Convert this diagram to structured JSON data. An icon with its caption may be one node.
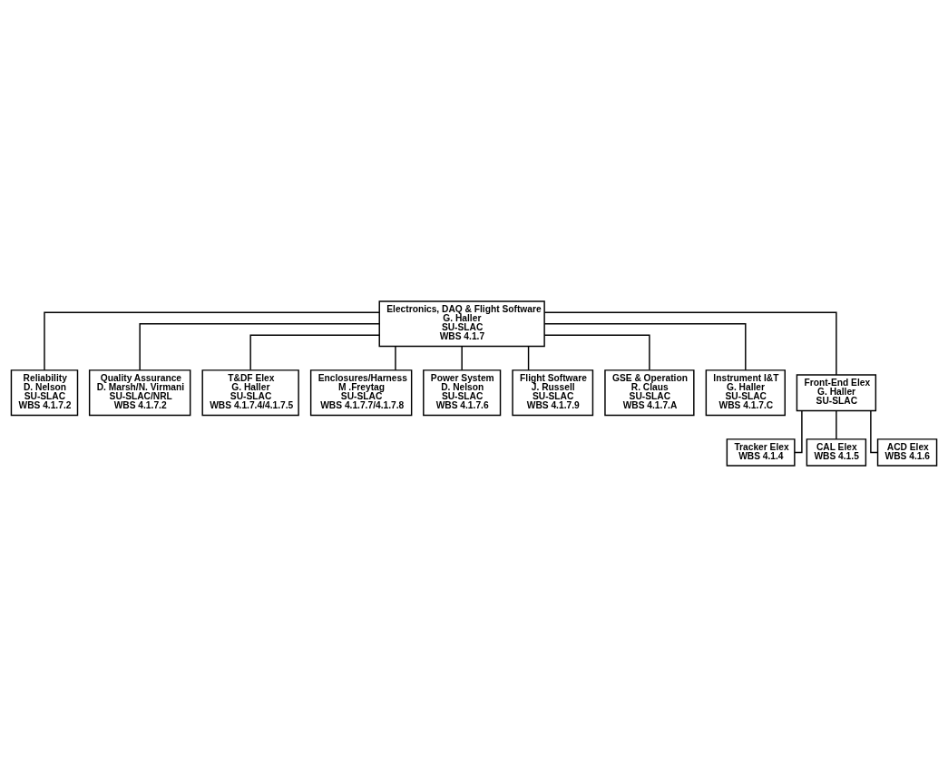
{
  "diagram": {
    "nodes": [
      {
        "text": [
          "Electronics, DAQ & Flight Software",
          "G. Haller",
          "SU-SLAC",
          "WBS 4.1.7"
        ]
      },
      {
        "text": [
          "Reliability",
          "D. Nelson",
          "SU-SLAC",
          "WBS 4.1.7.2"
        ]
      },
      {
        "text": [
          "Quality Assurance",
          "D. Marsh/N. Virmani",
          "SU-SLAC/NRL",
          "WBS 4.1.7.2"
        ]
      },
      {
        "text": [
          "T&DF Elex",
          "G. Haller",
          "SU-SLAC",
          "WBS 4.1.7.4/4.1.7.5"
        ]
      },
      {
        "text": [
          "Enclosures/Harness",
          "M .Freytag",
          "SU-SLAC",
          "WBS 4.1.7.7/4.1.7.8"
        ]
      },
      {
        "text": [
          "Power System",
          "D. Nelson",
          "SU-SLAC",
          "WBS 4.1.7.6"
        ]
      },
      {
        "text": [
          "Flight Software",
          "J. Russell",
          "SU-SLAC",
          "WBS 4.1.7.9"
        ]
      },
      {
        "text": [
          "GSE & Operation",
          "R. Claus",
          "SU-SLAC",
          "WBS 4.1.7.A"
        ]
      },
      {
        "text": [
          "Instrument I&T",
          "G. Haller",
          "SU-SLAC",
          "WBS 4.1.7.C"
        ]
      },
      {
        "text": [
          "Front-End Elex",
          "G. Haller",
          "SU-SLAC"
        ]
      },
      {
        "text": [
          "Tracker Elex",
          "WBS 4.1.4"
        ]
      },
      {
        "text": [
          "CAL Elex",
          "WBS 4.1.5"
        ]
      },
      {
        "text": [
          "ACD Elex",
          "WBS 4.1.6"
        ]
      }
    ],
    "edges": [
      {
        "from": 0,
        "to": 1,
        "arrow": "none"
      },
      {
        "from": 0,
        "to": 2,
        "arrow": "none"
      },
      {
        "from": 0,
        "to": 3,
        "arrow": "none"
      },
      {
        "from": 0,
        "to": 4,
        "arrow": "none"
      },
      {
        "from": 0,
        "to": 5,
        "arrow": "none"
      },
      {
        "from": 0,
        "to": 6,
        "arrow": "none"
      },
      {
        "from": 0,
        "to": 7,
        "arrow": "none"
      },
      {
        "from": 0,
        "to": 8,
        "arrow": "none"
      },
      {
        "from": 0,
        "to": 9,
        "arrow": "none"
      },
      {
        "from": 9,
        "to": 10,
        "arrow": "none"
      },
      {
        "from": 9,
        "to": 11,
        "arrow": "none"
      },
      {
        "from": 9,
        "to": 12,
        "arrow": "none"
      }
    ]
  }
}
